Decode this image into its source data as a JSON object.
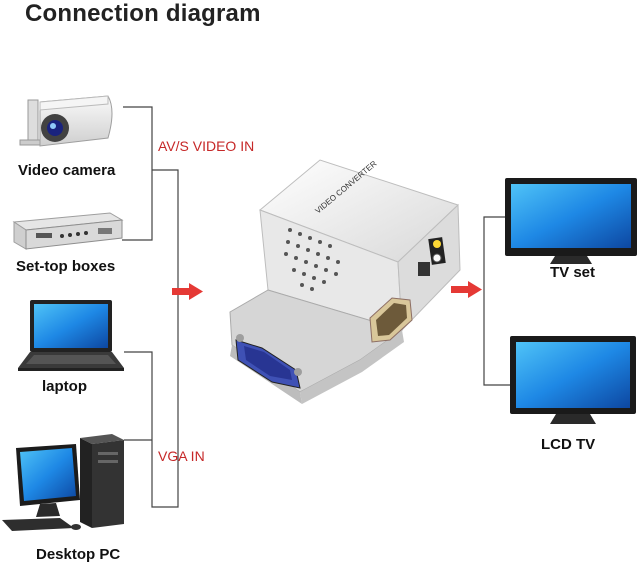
{
  "title": "Connection diagram",
  "inputs": {
    "av": "AV/S VIDEO IN",
    "vga": "VGA IN"
  },
  "sources": [
    {
      "label": "Video camera",
      "icon": "cctv-camera-icon"
    },
    {
      "label": "Set-top boxes",
      "icon": "set-top-box-icon"
    },
    {
      "label": "laptop",
      "icon": "laptop-icon"
    },
    {
      "label": "Desktop PC",
      "icon": "desktop-pc-icon"
    }
  ],
  "outputs": [
    {
      "label": "TV set",
      "icon": "tv-icon"
    },
    {
      "label": "LCD TV",
      "icon": "lcd-tv-icon"
    }
  ],
  "converter": {
    "top_label": "VIDEO CONVERTER"
  },
  "colors": {
    "arrow": "#e53935",
    "input_label": "#c62828",
    "line": "#444444",
    "screen": "#1e88e5"
  }
}
